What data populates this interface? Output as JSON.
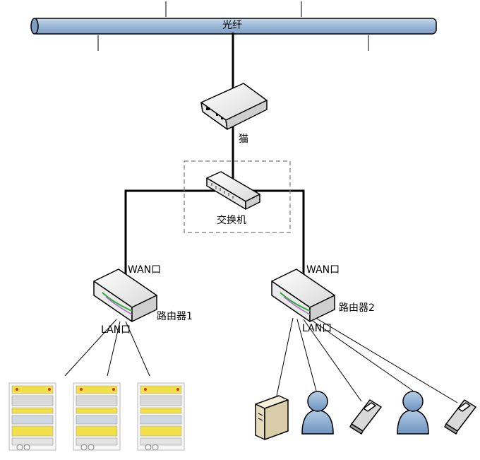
{
  "fiber": {
    "label": "光纤"
  },
  "modem": {
    "label": "猫"
  },
  "switch": {
    "label": "交换机"
  },
  "router1": {
    "label": "路由器1",
    "wan_label": "WAN口",
    "lan_label": "LAN口"
  },
  "router2": {
    "label": "路由器2",
    "wan_label": "WAN口",
    "lan_label": "LAN口"
  },
  "icons": {
    "fiber": "fiber-cable-icon",
    "modem": "modem-icon",
    "switch": "switch-icon",
    "router": "router-icon",
    "cabinet": "control-cabinet-icon",
    "server": "server-icon",
    "user": "user-icon",
    "phone": "mobile-phone-icon"
  },
  "colors": {
    "cable_fill": "#9bb7d6",
    "person": "#8fb1d4",
    "device": "#f0f0f0",
    "cabinet_yellow": "#f2e04a"
  }
}
